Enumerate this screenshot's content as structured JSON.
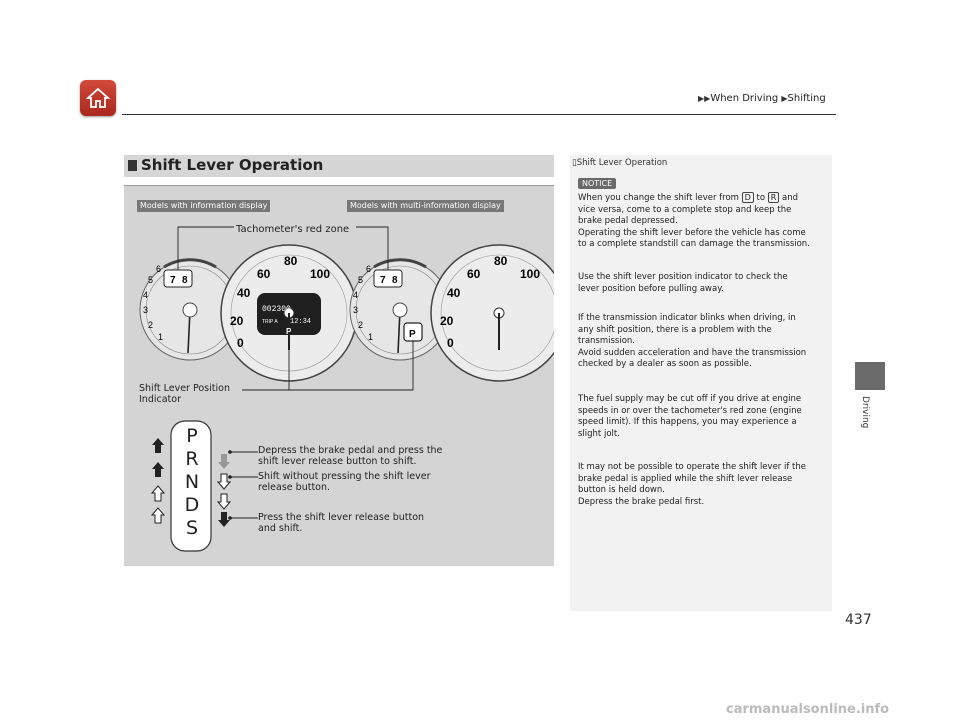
{
  "header": {
    "home_icon": "home-icon",
    "breadcrumb": [
      "When Driving",
      "Shifting"
    ]
  },
  "side": {
    "tab_label": "Driving"
  },
  "page_number": "437",
  "section": {
    "title": "Shift Lever Operation",
    "model_tags": [
      "Models with information display",
      "Models with multi-information display"
    ],
    "callouts": {
      "red_zone": "Tachometer's red zone",
      "indicator_line1": "Shift Lever Position",
      "indicator_line2": "Indicator",
      "brake_line1": "Depress the brake pedal and press the",
      "brake_line2": "shift lever release button to shift.",
      "without_line1": "Shift without pressing the shift lever",
      "without_line2": "release button.",
      "press_line1": "Press the shift lever release button",
      "press_line2": "and shift."
    },
    "gears": [
      "P",
      "R",
      "N",
      "D",
      "S"
    ],
    "gauge": {
      "tach_numbers": [
        "1",
        "2",
        "3",
        "4",
        "5",
        "6",
        "7",
        "8"
      ],
      "speed_numbers": [
        "0",
        "20",
        "40",
        "60",
        "80",
        "100"
      ],
      "odometer": "002300",
      "clock": "12:34",
      "trip": "TRIP A",
      "gear_display": "P"
    }
  },
  "notes": {
    "title": "Shift Lever Operation",
    "notice": "NOTICE",
    "p1_pre": "When you change the shift lever from",
    "key_d": "D",
    "p1_to": "to",
    "key_r": "R",
    "p1_post": "and",
    "p1_line2": "vice versa, come to a complete stop and keep the",
    "p1_line3": "brake pedal depressed.",
    "p1_line4": "Operating the shift lever before the vehicle has come",
    "p1_line5": "to a complete standstill can damage the transmission.",
    "p2_line1": "Use the shift lever position indicator to check the",
    "p2_line2": "lever position before pulling away.",
    "p3_line1": "If the transmission indicator blinks when driving, in",
    "p3_line2": "any shift position, there is a problem with the",
    "p3_line3": "transmission.",
    "p3_line4": "Avoid sudden acceleration and have the transmission",
    "p3_line5": "checked by a dealer as soon as possible.",
    "p4_line1": "The fuel supply may be cut off if you drive at engine",
    "p4_line2": "speeds in or over the tachometer's red zone (engine",
    "p4_line3": "speed limit). If this happens, you may experience a",
    "p4_line4": "slight jolt.",
    "p5_line1": "It may not be possible to operate the shift lever if the",
    "p5_line2": "brake pedal is applied while the shift lever release",
    "p5_line3": "button is held down.",
    "p5_line4": "Depress the brake pedal first."
  },
  "watermark": "carmanualsonline.info"
}
